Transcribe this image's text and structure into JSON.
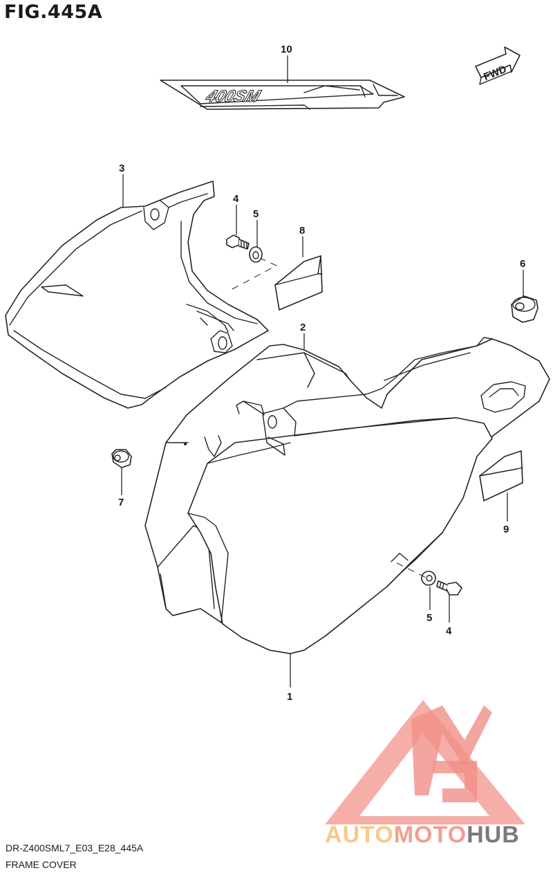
{
  "figure": {
    "title": "FIG.445A",
    "model_code": "DR-Z400SML7_E03_E28_445A",
    "section_name": "FRAME COVER"
  },
  "callouts": [
    {
      "id": "c10",
      "label": "10"
    },
    {
      "id": "c3",
      "label": "3"
    },
    {
      "id": "c4a",
      "label": "4"
    },
    {
      "id": "c5a",
      "label": "5"
    },
    {
      "id": "c8",
      "label": "8"
    },
    {
      "id": "c6",
      "label": "6"
    },
    {
      "id": "c2",
      "label": "2"
    },
    {
      "id": "c7",
      "label": "7"
    },
    {
      "id": "c9",
      "label": "9"
    },
    {
      "id": "c5b",
      "label": "5"
    },
    {
      "id": "c4b",
      "label": "4"
    },
    {
      "id": "c1",
      "label": "1"
    }
  ],
  "decal_text": "400SM",
  "direction_marker": "FWD",
  "watermark": {
    "brand_part1": "AUTO",
    "brand_part2": "MOTO",
    "brand_part3": "HUB",
    "color_accent": "#f0a090",
    "color_logo": "#f08a80",
    "color_gold": "#f7c98a",
    "color_gray": "#7a7a7a"
  }
}
